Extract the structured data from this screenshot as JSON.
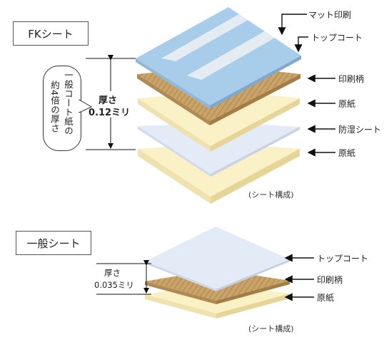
{
  "fk": {
    "title": "FKシート",
    "thickness_line1": "厚さ",
    "thickness_line2": "0.12ミリ",
    "bubble_col1": "一般コート紙の",
    "bubble_col2": "約4倍の厚さ",
    "labels": {
      "matte": "マット印刷",
      "topcoat": "トップコート",
      "print_pattern": "印刷柄",
      "base_paper_1": "原紙",
      "moisture_sheet": "防湿シート",
      "base_paper_2": "原紙"
    },
    "caption": "(シート構成)"
  },
  "general": {
    "title": "一般シート",
    "thickness_line1": "厚さ",
    "thickness_line2": "0.035ミリ",
    "labels": {
      "topcoat": "トップコート",
      "print_pattern": "印刷柄",
      "base_paper": "原紙"
    },
    "caption": "(シート構成)"
  },
  "colors": {
    "blue_layer": "#a8cdea",
    "stripe": "#e4ecf2",
    "wood": "#c9a46a",
    "cream": "#fbf1c6",
    "pale_blue": "#e3ebf7"
  }
}
